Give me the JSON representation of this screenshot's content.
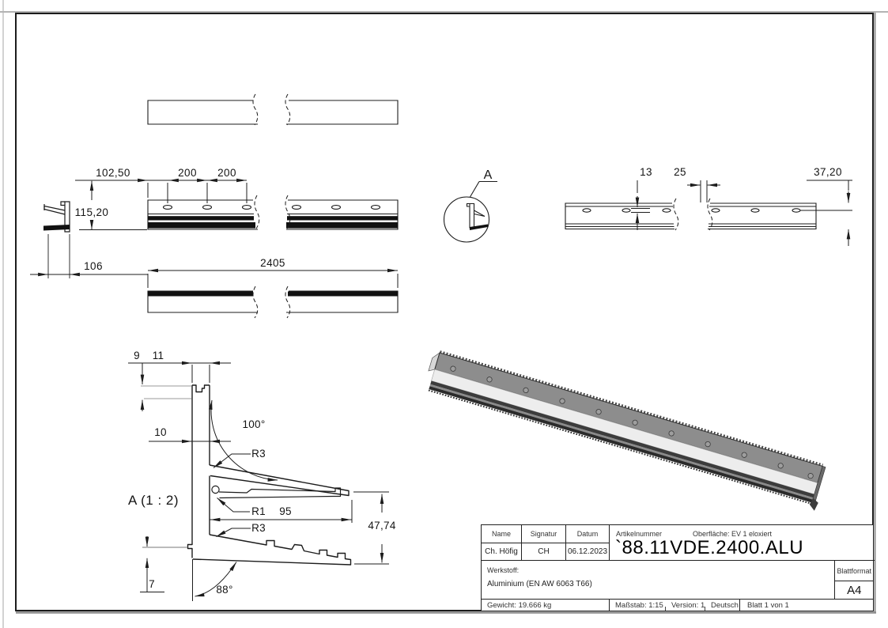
{
  "colors": {
    "line": "#1c1c1c",
    "extension_gray": "#999999",
    "metal_dark": "#8d8d8d",
    "metal_light": "#ededed",
    "frame_shadow": "#8c8c8c"
  },
  "dims": {
    "d10250": "102,50",
    "d200a": "200",
    "d200b": "200",
    "d11520": "115,20",
    "d106": "106",
    "d2405": "2405",
    "d13": "13",
    "d25": "25",
    "d3720": "37,20"
  },
  "detail": {
    "label": "A",
    "title": "A (1 : 2)",
    "d9": "9",
    "d11": "11",
    "d10": "10",
    "a100": "100°",
    "r3a": "R3",
    "r1": "R1",
    "d95": "95",
    "r3b": "R3",
    "d4774": "47,74",
    "d7": "7",
    "a88": "88°"
  },
  "titleblock": {
    "name_label": "Name",
    "signatur_label": "Signatur",
    "datum_label": "Datum",
    "artikelnummer_label": "Artikelnummer",
    "oberflaeche": "Oberfläche:  EV 1 eloxiert",
    "name_value": "Ch. Höfig",
    "signatur_value": "CH",
    "datum_value": "06.12.2023",
    "artikelnummer_value": "`88.11VDE.2400.ALU",
    "werkstoff_label": "Werkstoff:",
    "werkstoff_value": "Aluminium (EN AW 6063 T66)",
    "blattformat_label": "Blattformat",
    "blattformat_value": "A4",
    "gewicht": "Gewicht: 19.666 kg",
    "massstab": "Maßstab: 1:15",
    "version": "Version: 1",
    "sprache": "Deutsch",
    "blatt": "Blatt 1 von 1"
  }
}
